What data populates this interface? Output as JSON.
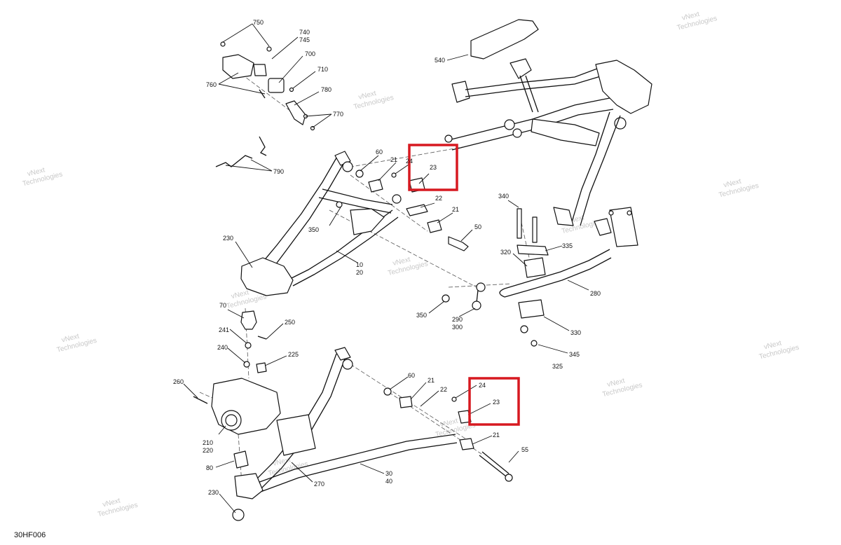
{
  "diagram": {
    "code": "30HF006",
    "watermark_line1": "vNext",
    "watermark_line2": "Technologies",
    "highlight_color": "#d71920",
    "callouts": {
      "c750": "750",
      "c740": "740",
      "c745": "745",
      "c700": "700",
      "c710": "710",
      "c760": "760",
      "c780": "780",
      "c770": "770",
      "c790": "790",
      "c540": "540",
      "c60a": "60",
      "c21a": "21",
      "c24a": "24",
      "c23a": "23",
      "c22a": "22",
      "c21b": "21",
      "c50": "50",
      "c350a": "350",
      "c230a": "230",
      "c10": "10",
      "c20": "20",
      "c340": "340",
      "c320": "320",
      "c335": "335",
      "c280": "280",
      "c350b": "350",
      "c290": "290",
      "c300": "300",
      "c330": "330",
      "c345": "345",
      "c325": "325",
      "c70": "70",
      "c241": "241",
      "c250": "250",
      "c240": "240",
      "c225": "225",
      "c260": "260",
      "c210": "210",
      "c220": "220",
      "c80": "80",
      "c230b": "230",
      "c270": "270",
      "c30": "30",
      "c40": "40",
      "c60b": "60",
      "c21c": "21",
      "c22b": "22",
      "c24b": "24",
      "c23b": "23",
      "c21d": "21",
      "c55": "55"
    }
  }
}
